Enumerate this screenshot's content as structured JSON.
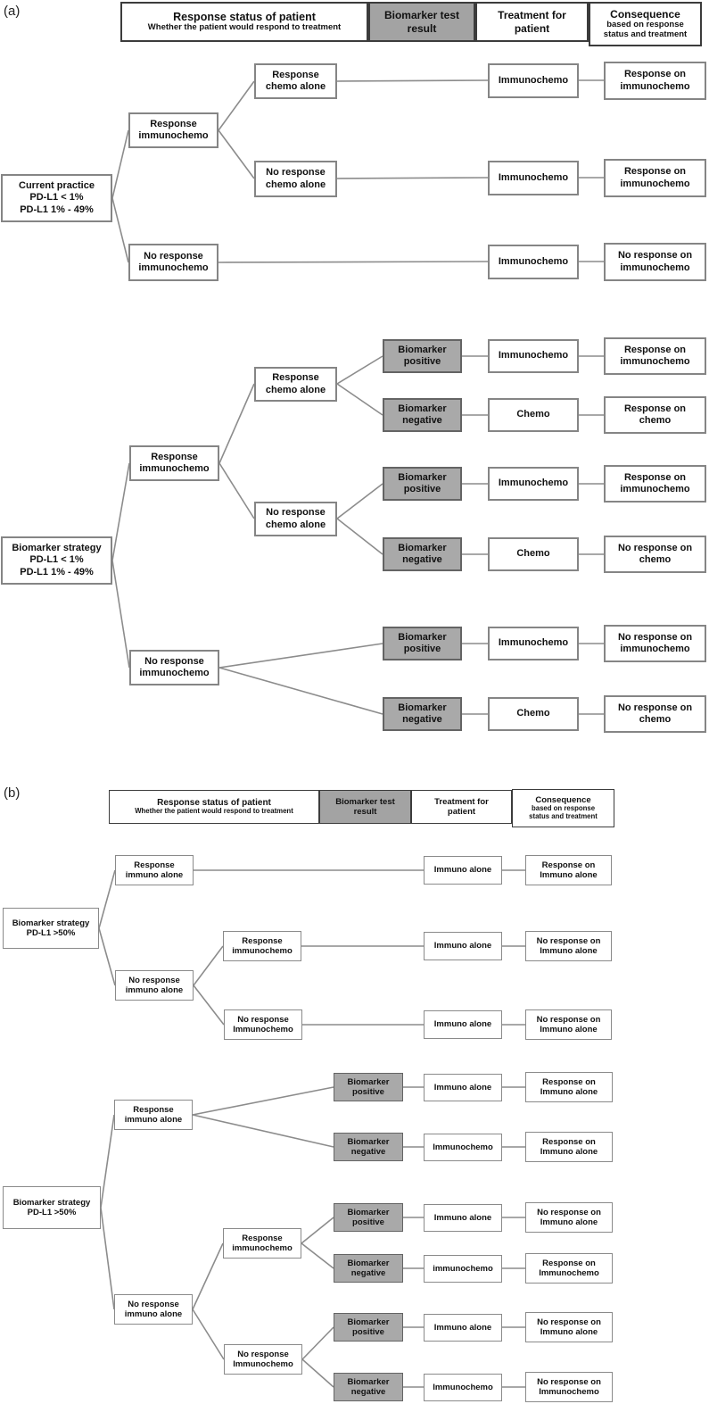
{
  "panel_labels": {
    "a": "(a)",
    "b": "(b)"
  },
  "header": {
    "col1_title": "Response status of patient",
    "col1_sub": "Whether the patient would respond to treatment",
    "col2": "Biomarker test result",
    "col3": "Treatment for patient",
    "col4_title": "Consequence",
    "col4_sub": "based on response\nstatus and treatment"
  },
  "colors": {
    "biomarker_box_fill": "#a9a9a9",
    "header_gray_fill": "#a3a3a3",
    "connector_line": "#8c8c8c",
    "box_border": "#858585"
  },
  "nodes": {
    "a1_root": "Current practice\nPD-L1 < 1%\nPD-L1 1% - 49%",
    "a1_l1_resp": "Response\nimmunochemo",
    "a1_l1_noresp": "No response\nimmunochemo",
    "a1_l2_resp": "Response\nchemo alone",
    "a1_l2_noresp": "No response\nchemo alone",
    "a1_t1": "Immunochemo",
    "a1_t2": "Immunochemo",
    "a1_t3": "Immunochemo",
    "a1_c1": "Response on\nimmunochemo",
    "a1_c2": "Response on\nimmunochemo",
    "a1_c3": "No response on\nimmunochemo",
    "a2_root": "Biomarker strategy\nPD-L1 < 1%\nPD-L1 1% - 49%",
    "a2_l1_resp": "Response\nimmunochemo",
    "a2_l1_noresp": "No response\nimmunochemo",
    "a2_l2_resp": "Response\nchemo alone",
    "a2_l2_noresp": "No response\nchemo alone",
    "a2_b1": "Biomarker\npositive",
    "a2_b2": "Biomarker\nnegative",
    "a2_b3": "Biomarker\npositive",
    "a2_b4": "Biomarker\nnegative",
    "a2_b5": "Biomarker\npositive",
    "a2_b6": "Biomarker\nnegative",
    "a2_t1": "Immunochemo",
    "a2_t2": "Chemo",
    "a2_t3": "Immunochemo",
    "a2_t4": "Chemo",
    "a2_t5": "Immunochemo",
    "a2_t6": "Chemo",
    "a2_c1": "Response on\nimmunochemo",
    "a2_c2": "Response on\nchemo",
    "a2_c3": "Response on\nimmunochemo",
    "a2_c4": "No response on\nchemo",
    "a2_c5": "No response on\nimmunochemo",
    "a2_c6": "No response on\nchemo",
    "b1_root": "Biomarker strategy\nPD-L1 >50%",
    "b1_l1_resp": "Response\nimmuno alone",
    "b1_l1_noresp": "No response\nimmuno alone",
    "b1_l2_resp": "Response\nimmunochemo",
    "b1_l2_noresp": "No response\nImmunochemo",
    "b1_t1": "Immuno alone",
    "b1_t2": "Immuno alone",
    "b1_t3": "Immuno alone",
    "b1_c1": "Response on\nImmuno alone",
    "b1_c2": "No response on\nImmuno alone",
    "b1_c3": "No response on\nImmuno alone",
    "b2_root": "Biomarker strategy\nPD-L1 >50%",
    "b2_l1_resp": "Response\nimmuno alone",
    "b2_l1_noresp": "No response\nimmuno alone",
    "b2_l2_resp": "Response\nimmunochemo",
    "b2_l2_noresp": "No response\nImmunochemo",
    "b2_b1": "Biomarker\npositive",
    "b2_b2": "Biomarker\nnegative",
    "b2_b3": "Biomarker\npositive",
    "b2_b4": "Biomarker\nnegative",
    "b2_b5": "Biomarker\npositive",
    "b2_b6": "Biomarker\nnegative",
    "b2_t1": "Immuno alone",
    "b2_t2": "Immunochemo",
    "b2_t3": "Immuno alone",
    "b2_t4": "immunochemo",
    "b2_t5": "Immuno alone",
    "b2_t6": "Immunochemo",
    "b2_c1": "Response on\nImmuno alone",
    "b2_c2": "Response on\nImmuno alone",
    "b2_c3": "No response on\nImmuno alone",
    "b2_c4": "Response on\nImmunochemo",
    "b2_c5": "No response on\nImmuno alone",
    "b2_c6": "No response on\nImmunochemo"
  }
}
